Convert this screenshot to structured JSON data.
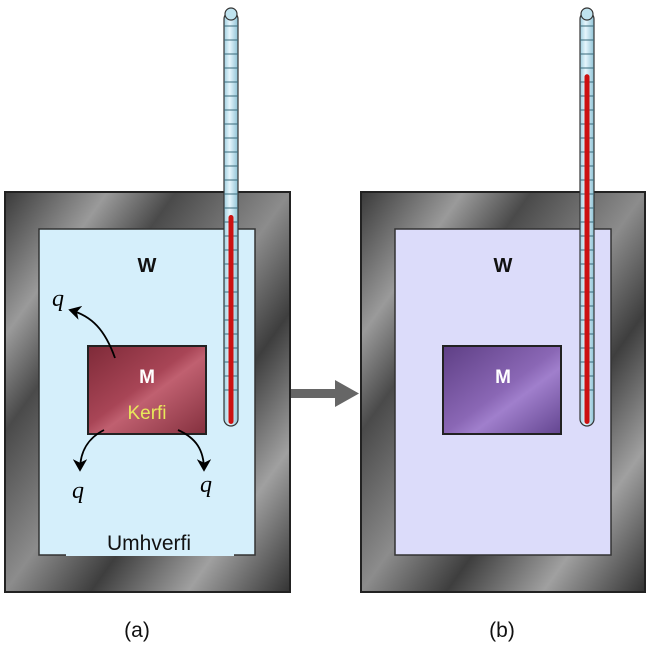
{
  "panel_a": {
    "water_label": "W",
    "metal_label": "M",
    "system_label": "Kerfi",
    "surroundings_label": "Umhverfi",
    "heat_label": "q",
    "caption": "(a)"
  },
  "panel_b": {
    "water_label": "W",
    "metal_label": "M",
    "caption": "(b)"
  },
  "thermometer_a": {
    "level": 0.52
  },
  "thermometer_b": {
    "level": 0.87
  },
  "colors": {
    "frame": "#5c5c5c",
    "water_a": "#d5effb",
    "water_b": "#dcdcfa",
    "metal_a": "#9e3a4a",
    "metal_b": "#7a55a0",
    "system_text": "#e8e85a",
    "mercury": "#cc1111",
    "arrow": "#666666"
  }
}
